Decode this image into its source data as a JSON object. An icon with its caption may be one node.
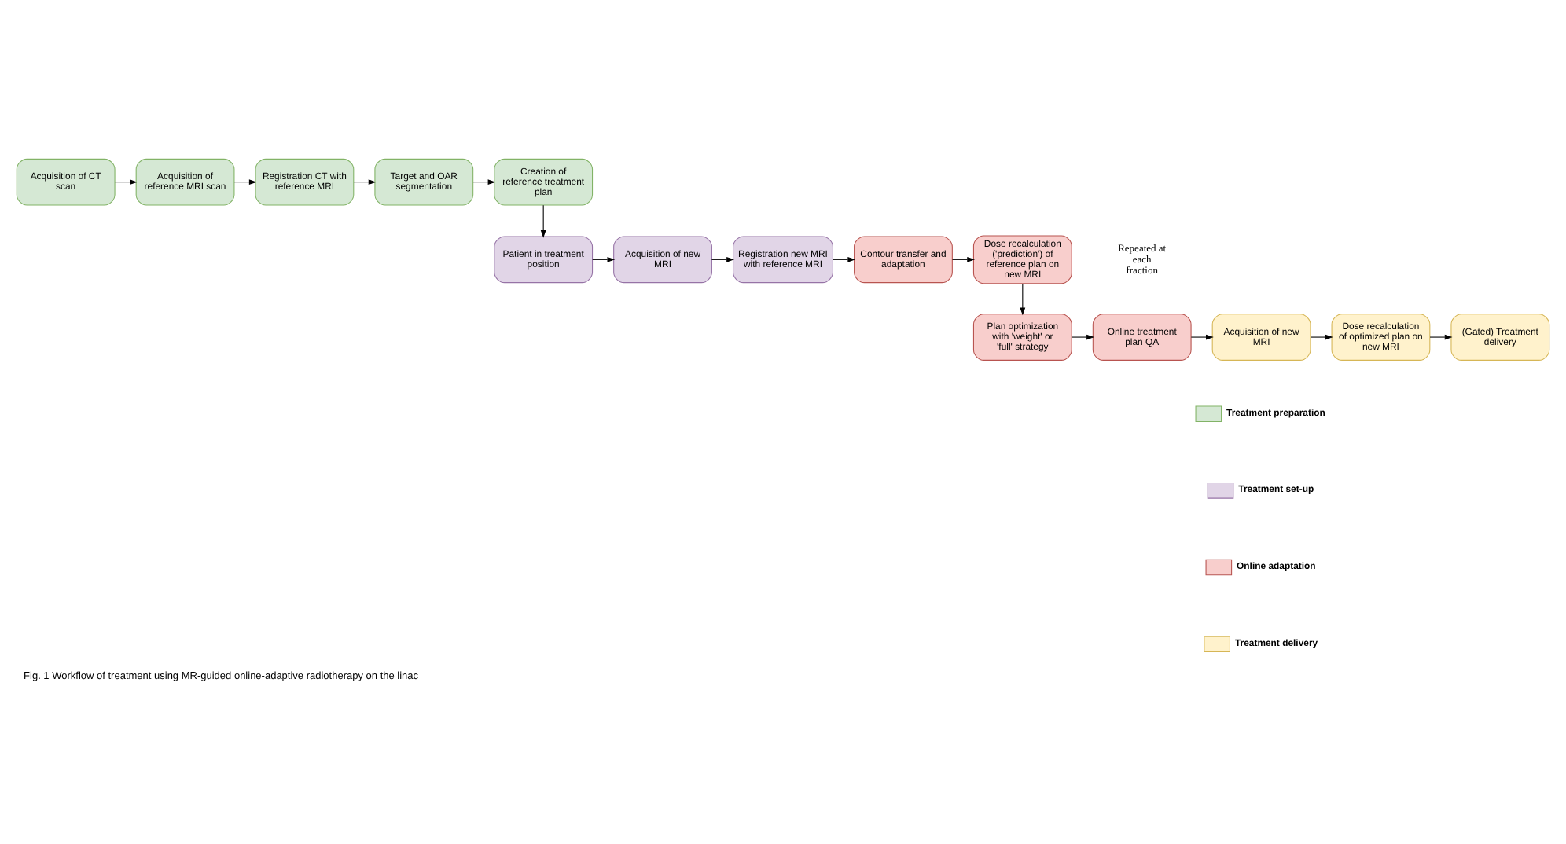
{
  "diagram": {
    "caption": "Fig. 1 Workflow of treatment using MR-guided online-adaptive radiotherapy on the linac",
    "nodes": [
      {
        "text": [
          "Acquisition of CT scan"
        ]
      },
      {
        "text": [
          "Acquisition of reference MRI scan"
        ]
      },
      {
        "text": [
          "Registration CT with reference MRI"
        ]
      },
      {
        "text": [
          "Target and OAR segmentation"
        ]
      },
      {
        "text": [
          "Creation of reference treatment plan"
        ]
      },
      {
        "text": [
          "Patient in treatment position"
        ]
      },
      {
        "text": [
          "Acquisition of new MRI"
        ]
      },
      {
        "text": [
          "Registration new MRI with reference MRI"
        ]
      },
      {
        "text": [
          "Contour transfer and adaptation"
        ]
      },
      {
        "text": [
          "Dose recalculation ('prediction') of reference plan on new MRI"
        ]
      },
      {
        "text": [
          "Plan optimization with 'weight' or 'full' strategy"
        ]
      },
      {
        "text": [
          "Online treatment plan QA"
        ]
      },
      {
        "text": [
          "Acquisition of new MRI"
        ]
      },
      {
        "text": [
          "Dose recalculation of optimized plan on new MRI"
        ]
      },
      {
        "text": [
          "(Gated) Treatment delivery"
        ]
      }
    ],
    "edges": [
      {
        "from": 0,
        "to": 1,
        "arrow": "to"
      },
      {
        "from": 1,
        "to": 2,
        "arrow": "to"
      },
      {
        "from": 2,
        "to": 3,
        "arrow": "to"
      },
      {
        "from": 3,
        "to": 4,
        "arrow": "to"
      },
      {
        "from": 4,
        "to": 5,
        "arrow": "to"
      },
      {
        "from": 5,
        "to": 6,
        "arrow": "to"
      },
      {
        "from": 6,
        "to": 7,
        "arrow": "to"
      },
      {
        "from": 7,
        "to": 8,
        "arrow": "to"
      },
      {
        "from": 8,
        "to": 9,
        "arrow": "to"
      },
      {
        "from": 9,
        "to": 10,
        "arrow": "to"
      },
      {
        "from": 10,
        "to": 11,
        "arrow": "to"
      },
      {
        "from": 11,
        "to": 12,
        "arrow": "to"
      },
      {
        "from": 12,
        "to": 13,
        "arrow": "to"
      },
      {
        "from": 13,
        "to": 14,
        "arrow": "to"
      }
    ],
    "labels": [
      "Repeated at each fraction"
    ],
    "legend": [
      {
        "text": "Treatment preparation",
        "color": "#d5e8d4"
      },
      {
        "text": "Treatment set-up",
        "color": "#e1d5e7"
      },
      {
        "text": "Online adaptation",
        "color": "#f8cecc"
      },
      {
        "text": "Treatment delivery",
        "color": "#fff2cc"
      }
    ]
  }
}
